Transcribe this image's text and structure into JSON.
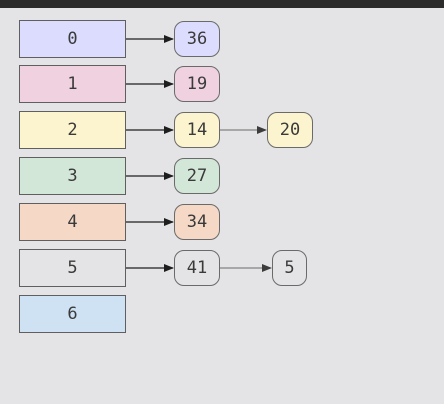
{
  "buckets": [
    {
      "label": "0",
      "color": "#dcdcfe"
    },
    {
      "label": "1",
      "color": "#efd1e0"
    },
    {
      "label": "2",
      "color": "#fcf4cf"
    },
    {
      "label": "3",
      "color": "#d3e7d9"
    },
    {
      "label": "4",
      "color": "#f5d8c6"
    },
    {
      "label": "5",
      "color": "#e4e4e6"
    },
    {
      "label": "6",
      "color": "#cfe2f3"
    }
  ],
  "nodes": [
    {
      "label": "36",
      "bucket": "0",
      "color": "#dcdcfe"
    },
    {
      "label": "19",
      "bucket": "1",
      "color": "#efd1e0"
    },
    {
      "label": "14",
      "bucket": "2",
      "color": "#fcf4cf"
    },
    {
      "label": "20",
      "bucket": "2",
      "color": "#fcf4cf"
    },
    {
      "label": "27",
      "bucket": "3",
      "color": "#d3e7d9"
    },
    {
      "label": "34",
      "bucket": "4",
      "color": "#f5d8c6"
    },
    {
      "label": "41",
      "bucket": "5",
      "color": "#e4e4e6"
    },
    {
      "label": "5",
      "bucket": "5",
      "color": "#e4e4e6"
    }
  ]
}
